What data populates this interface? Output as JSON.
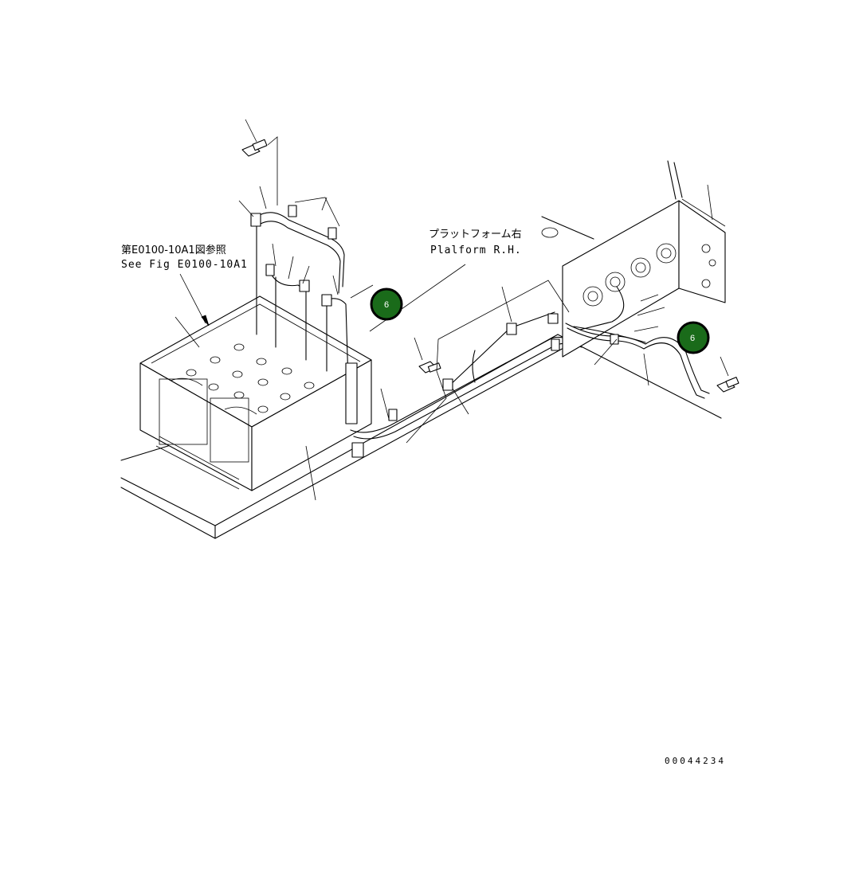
{
  "labels": {
    "ref_jp": "第E0100-10A1図参照",
    "ref_en": "See Fig E0100-10A1",
    "platform_jp": "プラットフォーム右",
    "platform_en": "Plalform R.H.",
    "drawing_number": "00044234"
  },
  "callouts": [
    {
      "number": "6",
      "color": "#1a6b1a"
    },
    {
      "number": "6",
      "color": "#1a6b1a"
    }
  ]
}
